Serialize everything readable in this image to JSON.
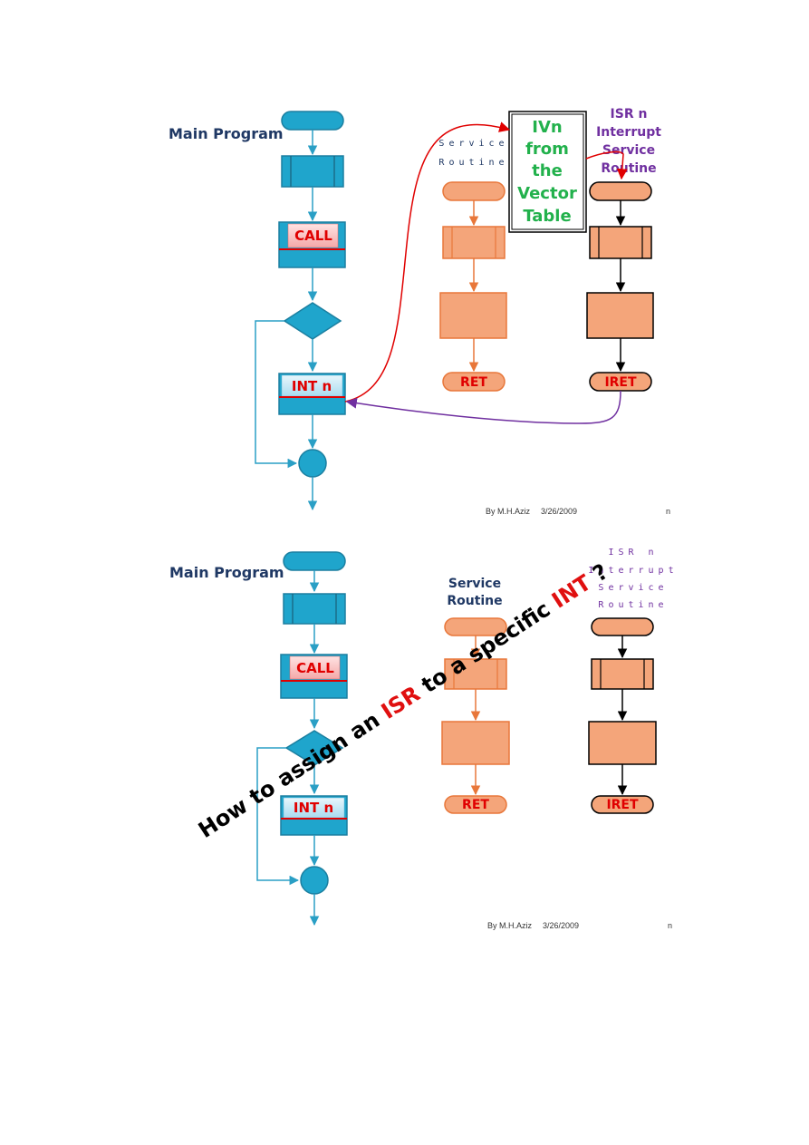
{
  "slide1": {
    "main_label": "Main Program",
    "call_label": "CALL",
    "int_label": "INT n",
    "service_line1": "Service",
    "service_line2": "Routine",
    "ivn_lines": [
      "IVn",
      "from",
      "the",
      "Vector",
      "Table"
    ],
    "isr_lines": [
      "ISR n",
      "Interrupt",
      "Service",
      "Routine"
    ],
    "ret_label": "RET",
    "iret_label": "IRET",
    "footer_author": "By M.H.Aziz",
    "footer_date": "3/26/2009",
    "footer_page": "n"
  },
  "slide2": {
    "main_label": "Main Program",
    "call_label": "CALL",
    "int_label": "INT n",
    "service_line1": "Service",
    "service_line2": "Routine",
    "isr_lines": [
      "ISR n",
      "Interrupt",
      "Service",
      "Routine"
    ],
    "ret_label": "RET",
    "iret_label": "IRET",
    "question_part1": "How to assign an ",
    "question_isr": "ISR",
    "question_part2": " to a specific ",
    "question_int": "INT",
    "question_end": " ?",
    "footer_author": "By M.H.Aziz",
    "footer_date": "3/26/2009",
    "footer_page": "n"
  },
  "colors": {
    "main_flow": "#1fa5cc",
    "main_stroke": "#1b7fa0",
    "service_fill": "#f4a57a",
    "service_stroke": "#e8773a",
    "isr_stroke": "#000000",
    "label_red": "#e00000",
    "ivn_green": "#22b14c",
    "isr_purple": "#7030a0",
    "main_label": "#1f3864"
  }
}
